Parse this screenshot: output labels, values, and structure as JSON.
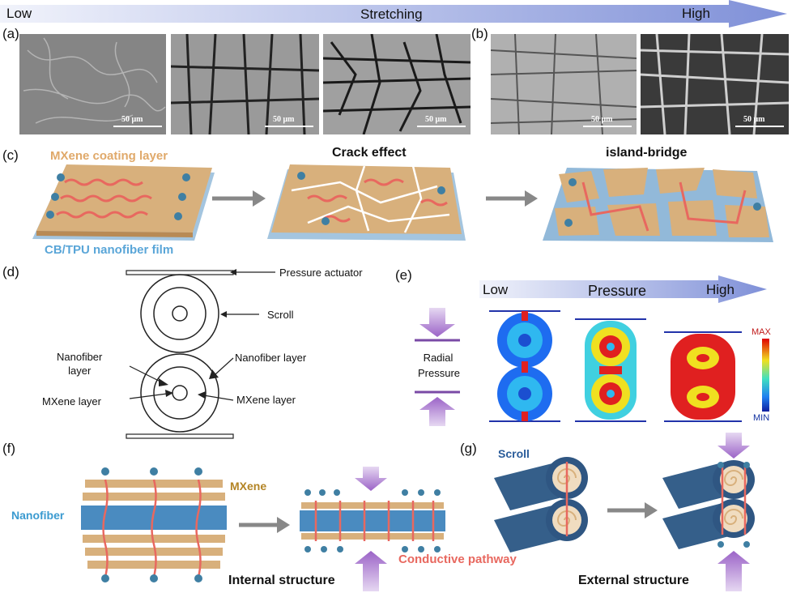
{
  "top_arrow": {
    "low": "Low",
    "title": "Stretching",
    "high": "High"
  },
  "panel_labels": {
    "a": "(a)",
    "b": "(b)",
    "c": "(c)",
    "d": "(d)",
    "e": "(e)",
    "f": "(f)",
    "g": "(g)"
  },
  "sem": {
    "scale": "50 μm"
  },
  "panel_c": {
    "mxene_coating": "MXene coating layer",
    "nanofiber_film": "CB/TPU nanofiber film",
    "crack_effect": "Crack effect",
    "island_bridge": "island-bridge"
  },
  "panel_d": {
    "pressure_actuator": "Pressure actuator",
    "scroll": "Scroll",
    "nanofiber_layer_left": "Nanofiber\nlayer",
    "nanofiber_layer_right": "Nanofiber layer",
    "mxene_layer_left": "MXene layer",
    "mxene_layer_right": "MXene layer"
  },
  "panel_e": {
    "low": "Low",
    "title": "Pressure",
    "high": "High",
    "radial": "Radial\nPressure",
    "max": "MAX",
    "min": "MIN"
  },
  "panel_f": {
    "mxene": "MXene",
    "nanofiber": "Nanofiber",
    "conductive": "Conductive pathway",
    "internal": "Internal structure"
  },
  "panel_g": {
    "scroll": "Scroll",
    "external": "External structure"
  },
  "colors": {
    "arrow_light": "#e9ecf8",
    "arrow_dark": "#7f90d8",
    "mxene": "#d8b07c",
    "fiber": "#4a8bc0",
    "pathway": "#e8685f",
    "purple": "#9b63c7",
    "title_orange": "#e0a96a",
    "title_blue": "#5aa6d8"
  }
}
